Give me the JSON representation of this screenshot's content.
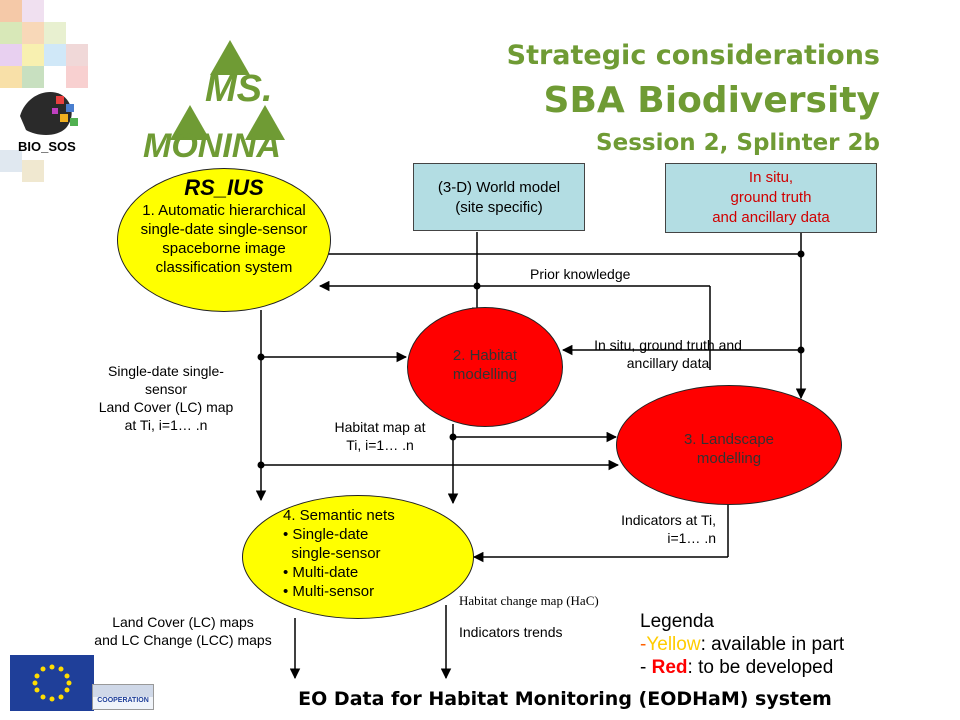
{
  "header": {
    "title_line1": "Strategic considerations",
    "title_line2": "SBA Biodiversity",
    "title_line3": "Session 2, Splinter 2b"
  },
  "logos": {
    "bio_sos": "BIO_SOS",
    "ms_monina": "MS. MONINA",
    "cooperation": "COOPERATION"
  },
  "colors": {
    "accent_green": "#6f9b34",
    "box_blue": "#b3dde3",
    "yellow": "#ffff00",
    "red": "#ff0000"
  },
  "diagram": {
    "rs_ius": {
      "title": "RS_IUS",
      "text": [
        "1. Automatic hierarchical",
        "single-date single-sensor",
        "spaceborne image",
        "classification system"
      ]
    },
    "world_model": [
      "(3-D) World model",
      "(site specific)"
    ],
    "in_situ_box": [
      "In situ,",
      "ground truth",
      "and ancillary data"
    ],
    "habitat_modelling": [
      "2. Habitat",
      "modelling"
    ],
    "landscape_modelling": [
      "3. Landscape",
      "modelling"
    ],
    "semantic_nets": {
      "title": "4. Semantic nets",
      "items": [
        "• Single-date",
        "  single-sensor",
        "• Multi-date",
        "• Multi-sensor"
      ]
    },
    "labels": {
      "prior_knowledge": "Prior knowledge",
      "in_situ_line": [
        "In situ, ground truth and",
        "ancillary data"
      ],
      "lc_map": [
        "Single-date  single-",
        "sensor",
        "Land Cover (LC) map",
        "at  Ti, i=1… .n"
      ],
      "habitat_map": [
        "Habitat map at",
        "Ti, i=1… .n"
      ],
      "indicators_ti": [
        "Indicators at Ti,",
        "i=1… .n"
      ],
      "lc_maps_out": [
        "Land Cover (LC) maps",
        "and LC Change (LCC) maps"
      ],
      "habitat_change": "Habitat change map (HaC)",
      "indicators_trends": "Indicators trends"
    }
  },
  "legend": {
    "title": "Legenda",
    "yellow_prefix": "-",
    "yellow_word": "Yellow",
    "yellow_rest": ": available in part",
    "red_prefix": "- ",
    "red_word": "Red",
    "red_rest": ": to be developed"
  },
  "footer": "EO Data for Habitat Monitoring (EODHaM) system"
}
